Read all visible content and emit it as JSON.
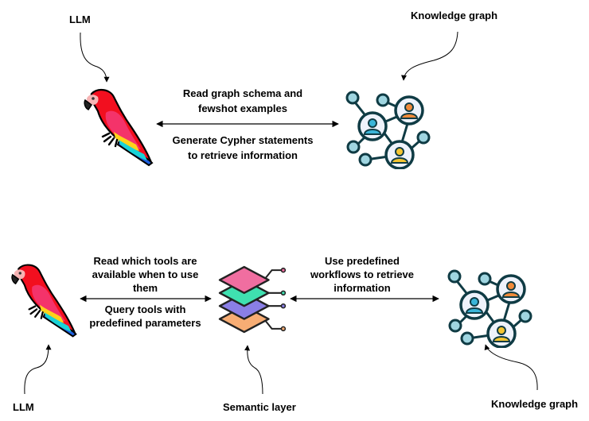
{
  "diagram_top": {
    "llm_label": "LLM",
    "kg_label": "Knowledge graph",
    "edge_text_above": [
      "Read graph schema and",
      "fewshot examples"
    ],
    "edge_text_below": [
      "Generate Cypher statements",
      "to retrieve information"
    ]
  },
  "diagram_bottom": {
    "llm_label": "LLM",
    "semantic_label": "Semantic layer",
    "kg_label": "Knowledge graph",
    "left_edge_text_above": [
      "Read which tools are",
      "available when to use",
      "them"
    ],
    "left_edge_text_below": [
      "Query tools with",
      "predefined parameters"
    ],
    "right_edge_text_above": [
      "Use predefined",
      "workflows to retrieve",
      "information"
    ]
  },
  "icons": {
    "llm": "parrot-icon",
    "knowledge_graph": "network-people-icon",
    "semantic_layer": "stacked-layers-icon"
  },
  "colors": {
    "parrot_red": "#f20f1f",
    "parrot_pink": "#f4336a",
    "parrot_yellow": "#ffd21a",
    "parrot_cyan": "#19d3d6",
    "parrot_blue": "#1e5fe0",
    "graph_stroke": "#0f3b44",
    "node_fill": "#9fd5e0",
    "person_blue": "#3ab5d9",
    "person_orange": "#f08a3a",
    "person_yellow": "#f5c531",
    "layer_pink": "#f06ea0",
    "layer_green": "#3fe0b0",
    "layer_purple": "#8a7fe6",
    "layer_orange": "#f7ad74"
  }
}
